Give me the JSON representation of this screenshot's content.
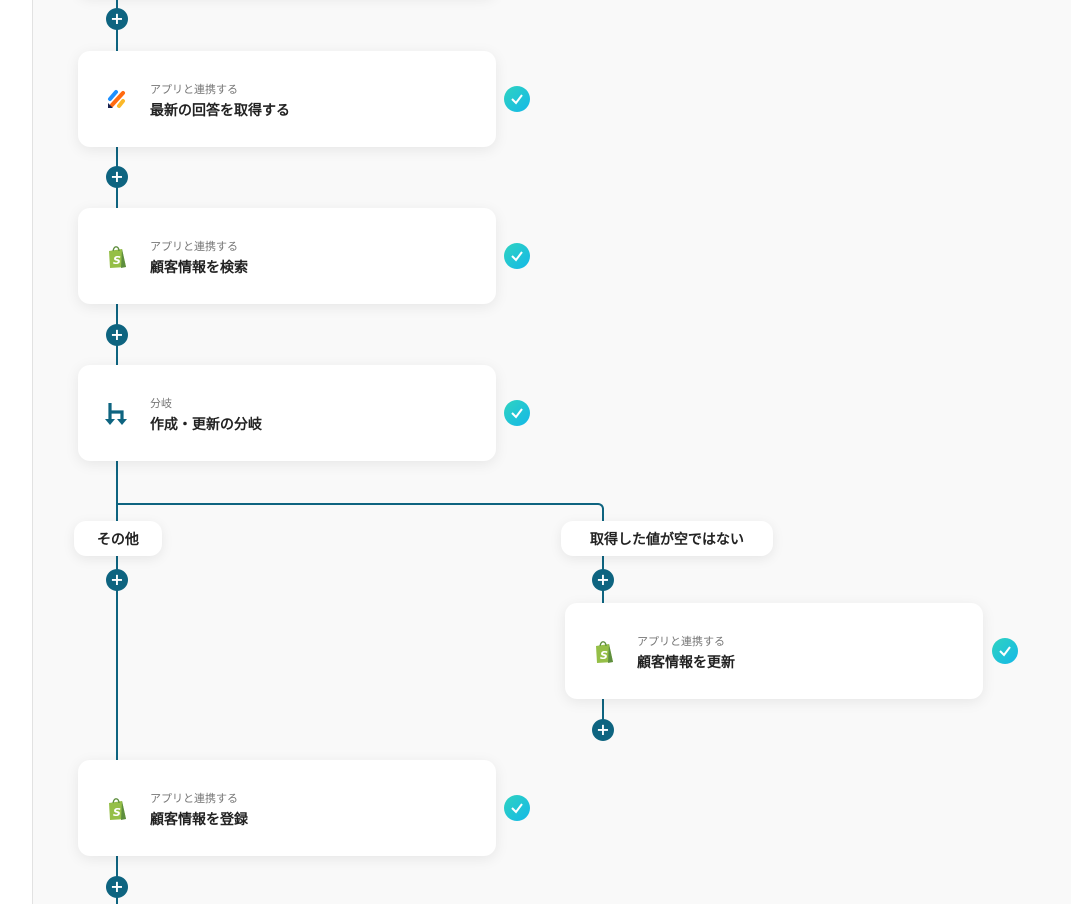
{
  "colors": {
    "line": "#0e6480",
    "check": "#14b8e8",
    "shopify": "#95bf47"
  },
  "steps": [
    {
      "sub": "アプリと連携する",
      "title": "最新の回答を取得する",
      "icon": "form-app-icon"
    },
    {
      "sub": "アプリと連携する",
      "title": "顧客情報を検索",
      "icon": "shopify-icon"
    },
    {
      "sub": "分岐",
      "title": "作成・更新の分岐",
      "icon": "branch-icon"
    },
    {
      "sub": "アプリと連携する",
      "title": "顧客情報を更新",
      "icon": "shopify-icon"
    },
    {
      "sub": "アプリと連携する",
      "title": "顧客情報を登録",
      "icon": "shopify-icon"
    }
  ],
  "branches": {
    "left": "その他",
    "right": "取得した値が空ではない"
  },
  "plus_label": "+"
}
